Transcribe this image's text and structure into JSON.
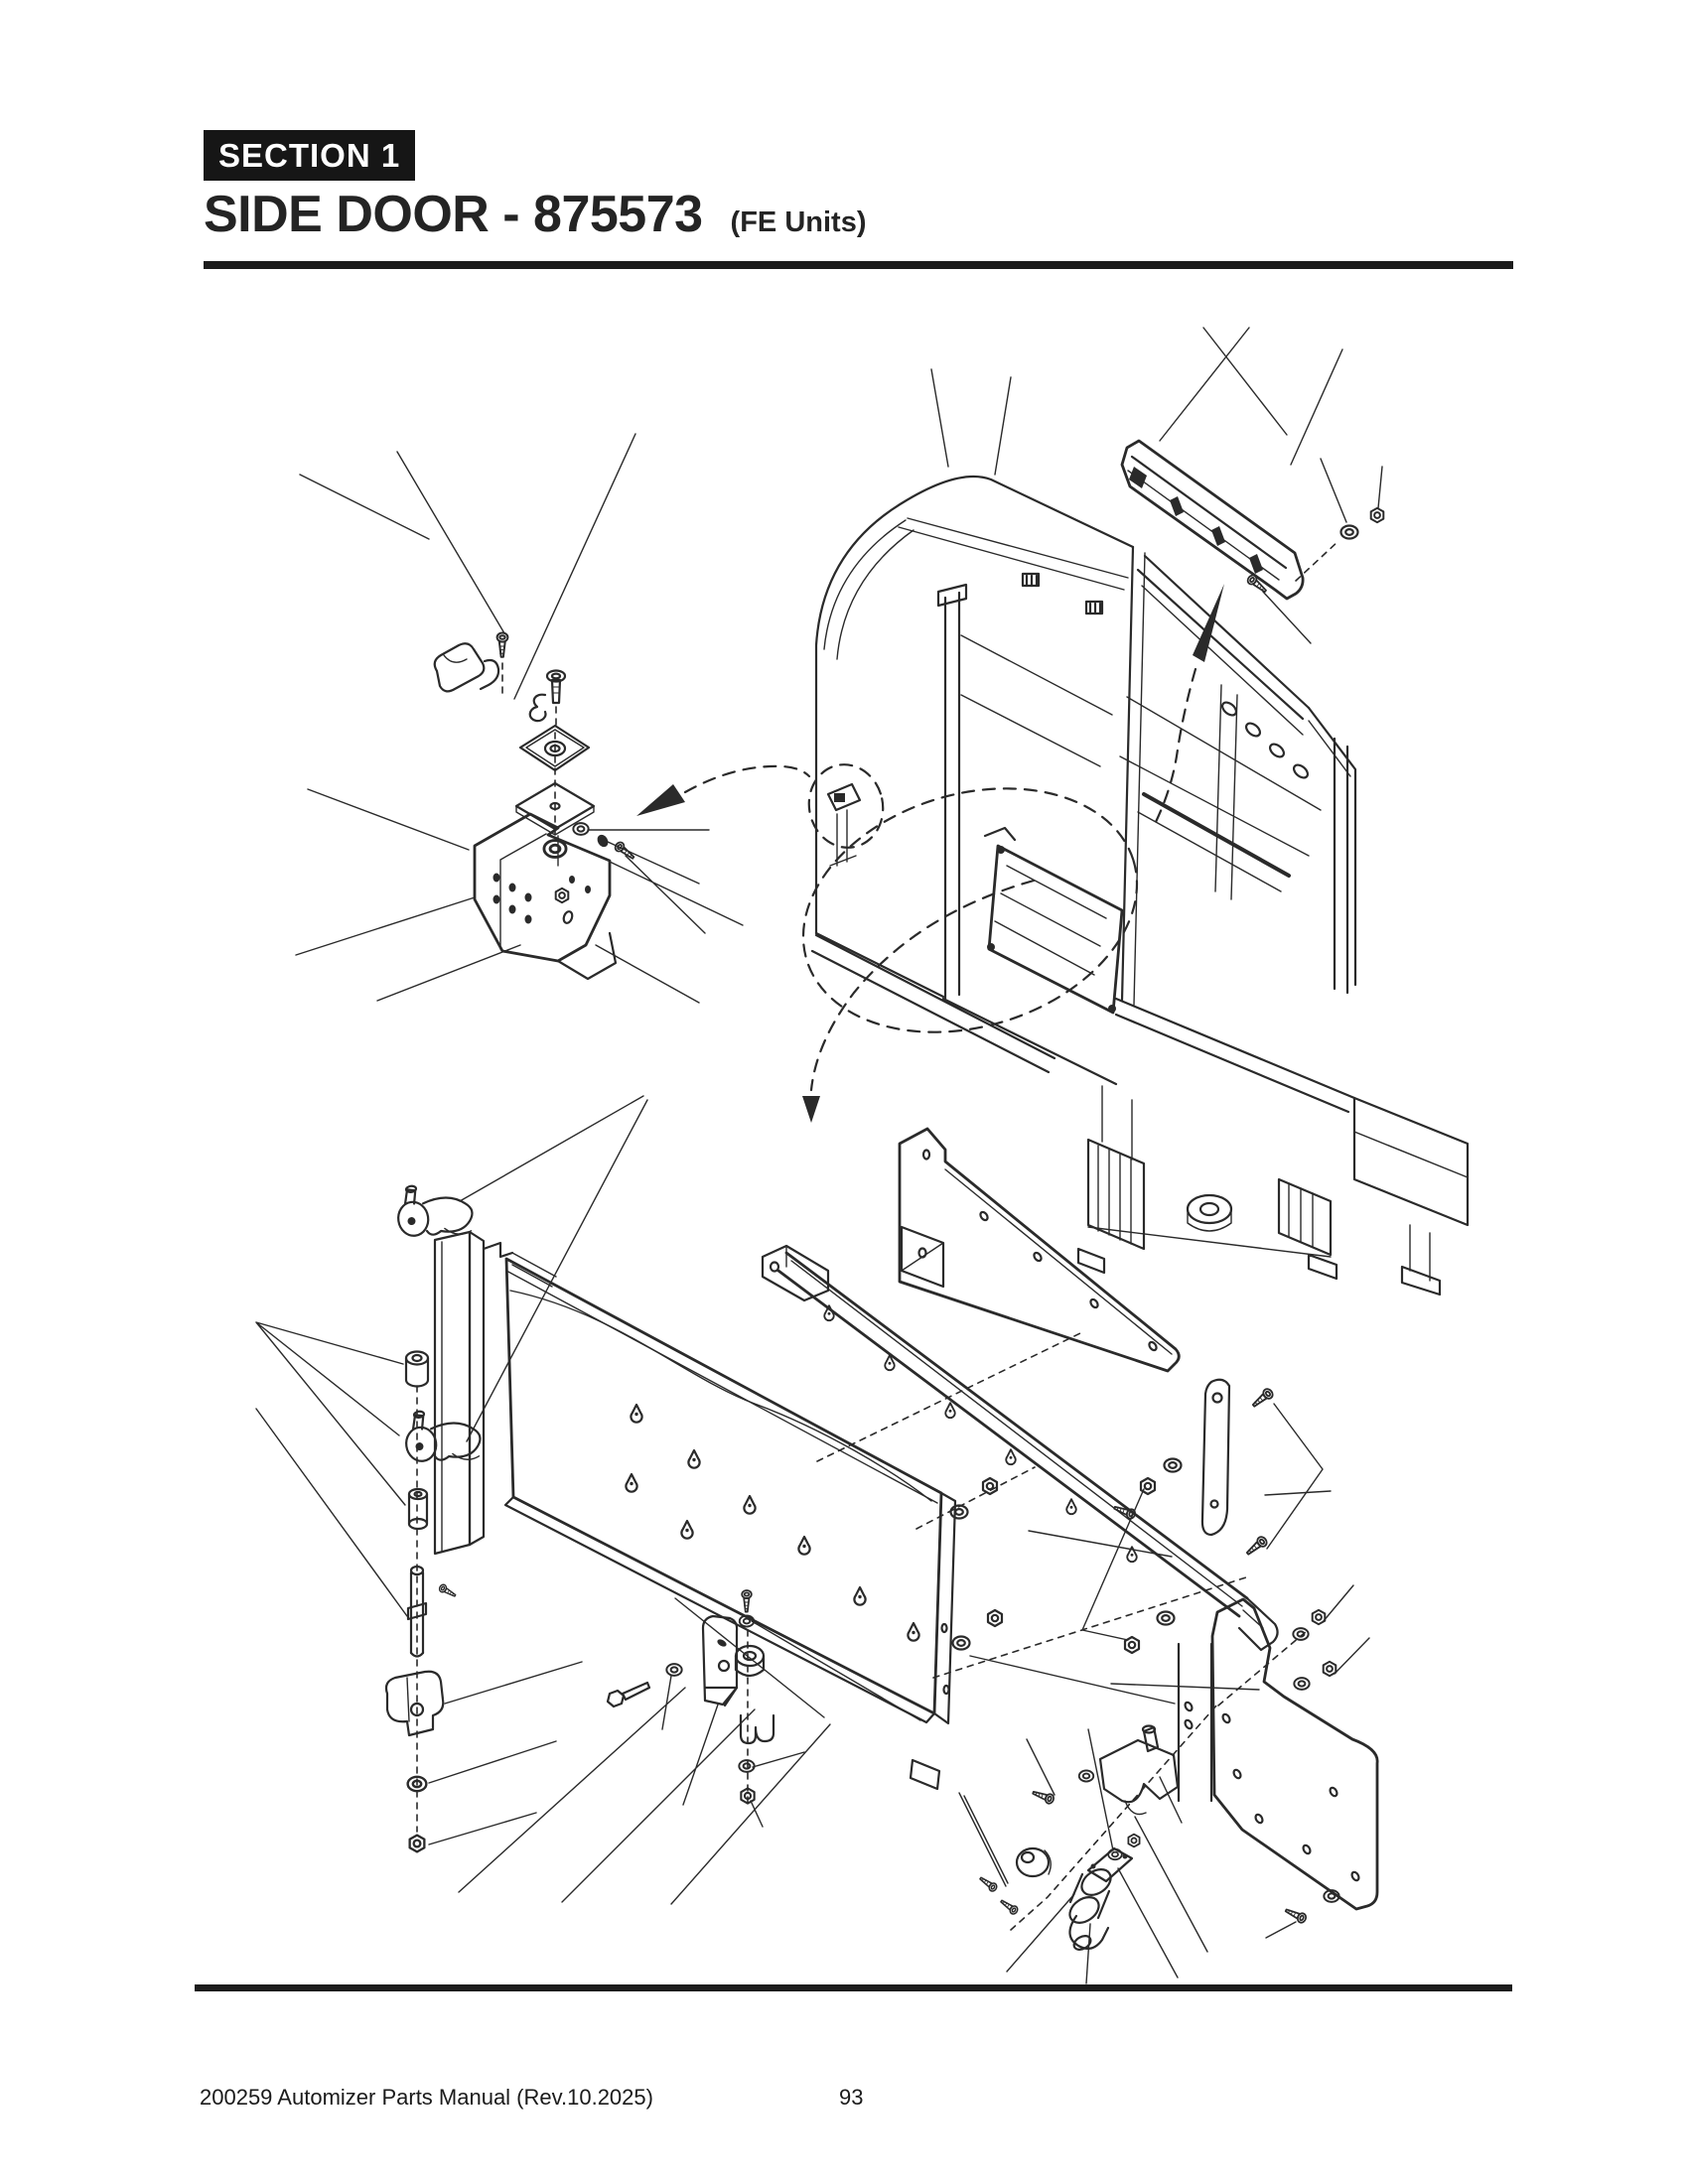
{
  "page": {
    "background": "#ffffff",
    "ink_color": "#242424"
  },
  "header": {
    "section_label": "SECTION 1",
    "title": "SIDE DOOR - 875573",
    "subtitle": "(FE Units)"
  },
  "figure": {
    "kind": "exploded-parts-diagram",
    "line_color": "#2a2a2a"
  },
  "footer": {
    "manual_ref": "200259 Automizer Parts Manual (Rev.10.2025)",
    "page_number": "93"
  }
}
